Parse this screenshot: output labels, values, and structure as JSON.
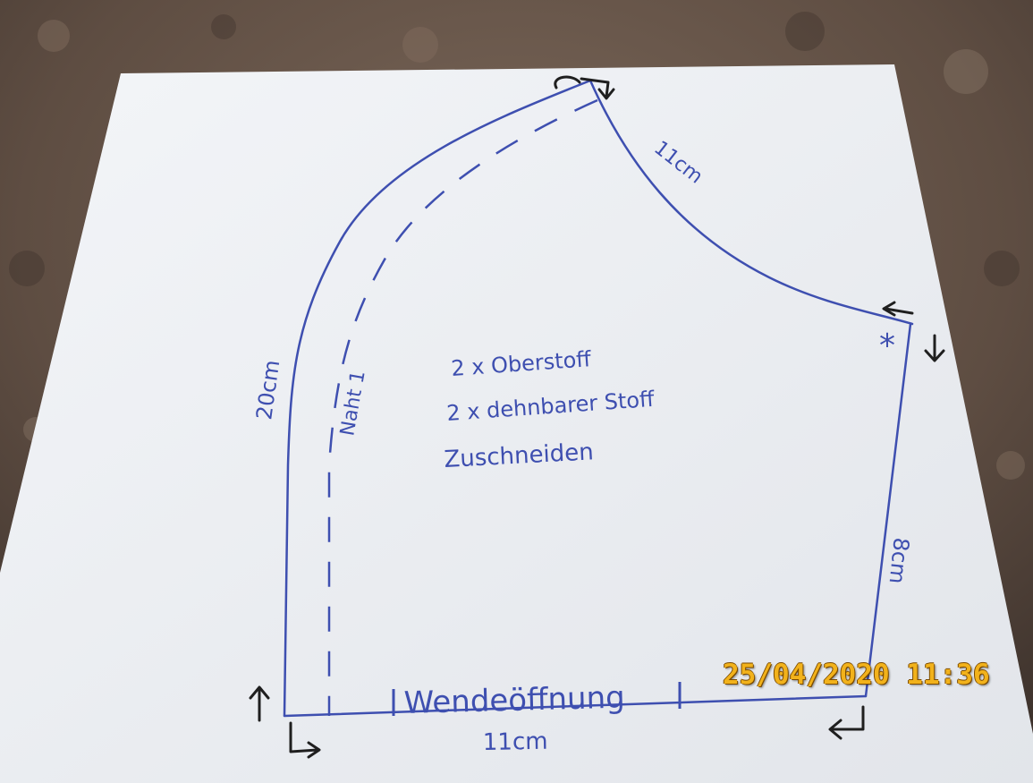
{
  "photo": {
    "background_color": "#6b5a4e",
    "paper_color": "#eceff3",
    "ink_color": "#3e4fb0",
    "pen_color": "#1f1f1f",
    "timestamp_color": "#f2b21b"
  },
  "pattern": {
    "label_left": "20cm",
    "label_top_right": "11cm",
    "label_right": "8cm",
    "label_bottom": "11cm",
    "seam_label": "Naht 1",
    "opening_label": "Wendeöffnung",
    "star_mark": "*",
    "instructions": [
      "2 x Oberstoff",
      "2 x dehnbarer Stoff",
      "Zuschneiden"
    ]
  },
  "timestamp": "25/04/2020 11:36"
}
